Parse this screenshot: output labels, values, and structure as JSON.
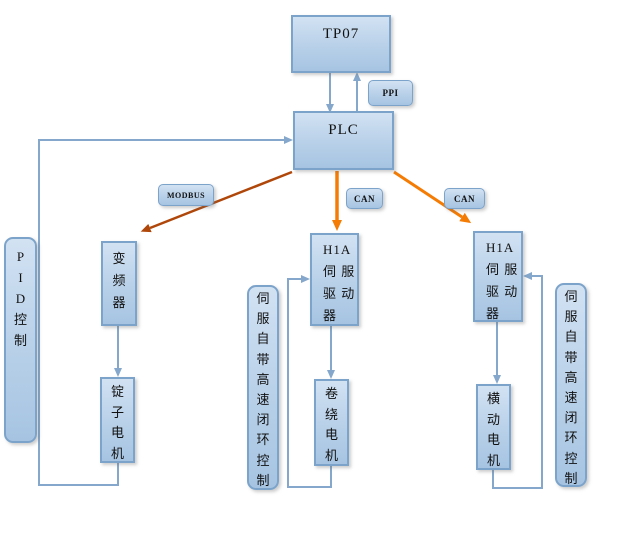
{
  "diagram": {
    "type": "flowchart",
    "background": "#ffffff",
    "colors": {
      "node_fill_top": "#d2e2f3",
      "node_fill_bottom": "#a6c4e2",
      "node_border": "#7ca3ca",
      "connector_blue": "#84a7cb",
      "connector_orange": "#f47c05",
      "connector_dark_red": "#b0470a",
      "text": "#111111"
    },
    "nodes": {
      "tp07": {
        "label": "TP07"
      },
      "plc": {
        "label": "PLC"
      },
      "pid_control": {
        "label": "P\nI\nD\n控\n制"
      },
      "inverter": {
        "label": "变\n频\n器"
      },
      "spindle_motor": {
        "label": "锭\n子\n电\n机"
      },
      "servo_drive_mid": {
        "label": "H1A\n伺 服\n驱 动\n器"
      },
      "winding_motor": {
        "label": "卷\n绕\n电\n机"
      },
      "servo_drive_right": {
        "label": "H1A\n伺 服\n驱 动\n器"
      },
      "traverse_motor": {
        "label": "横\n动\n电\n机"
      },
      "servo_loop_mid": {
        "label": "伺\n服\n自\n带\n高\n速\n闭\n环\n控\n制"
      },
      "servo_loop_right": {
        "label": "伺\n服\n自\n带\n高\n速\n闭\n环\n控\n制"
      }
    },
    "edge_labels": {
      "ppi": "PPI",
      "modbus": "MODBUS",
      "can_mid": "CAN",
      "can_right": "CAN"
    }
  }
}
